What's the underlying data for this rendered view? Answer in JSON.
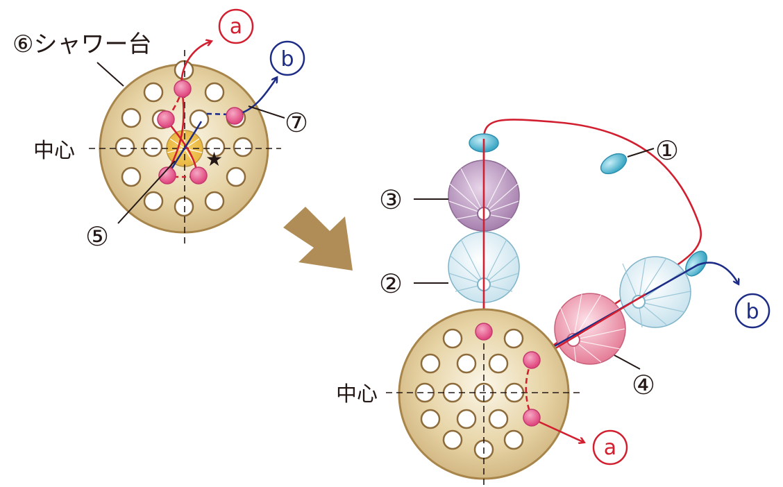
{
  "labels": {
    "shower_base": "⑥シャワー台",
    "center_top": "中心",
    "center_bottom": "中心",
    "num1": "①",
    "num2": "②",
    "num3": "③",
    "num4": "④",
    "num5": "⑤",
    "num7": "⑦",
    "a_top": "a",
    "b_top": "b",
    "a_bottom": "a",
    "b_right": "b",
    "star": "★"
  },
  "colors": {
    "red_path": "#d21f30",
    "blue_path": "#1d2c86",
    "disc_fill": "#d9c08a",
    "disc_edge": "#a8854a",
    "pink_bead": "#ec6496",
    "arrow": "#b08d57",
    "purple_flower": "#b48ab8",
    "light_blue_flower": "#d7ecf3",
    "pink_flower": "#ee8fa6",
    "teal_bead": "#63bfd6"
  },
  "icons": [
    "arrow-icon",
    "star-icon"
  ]
}
